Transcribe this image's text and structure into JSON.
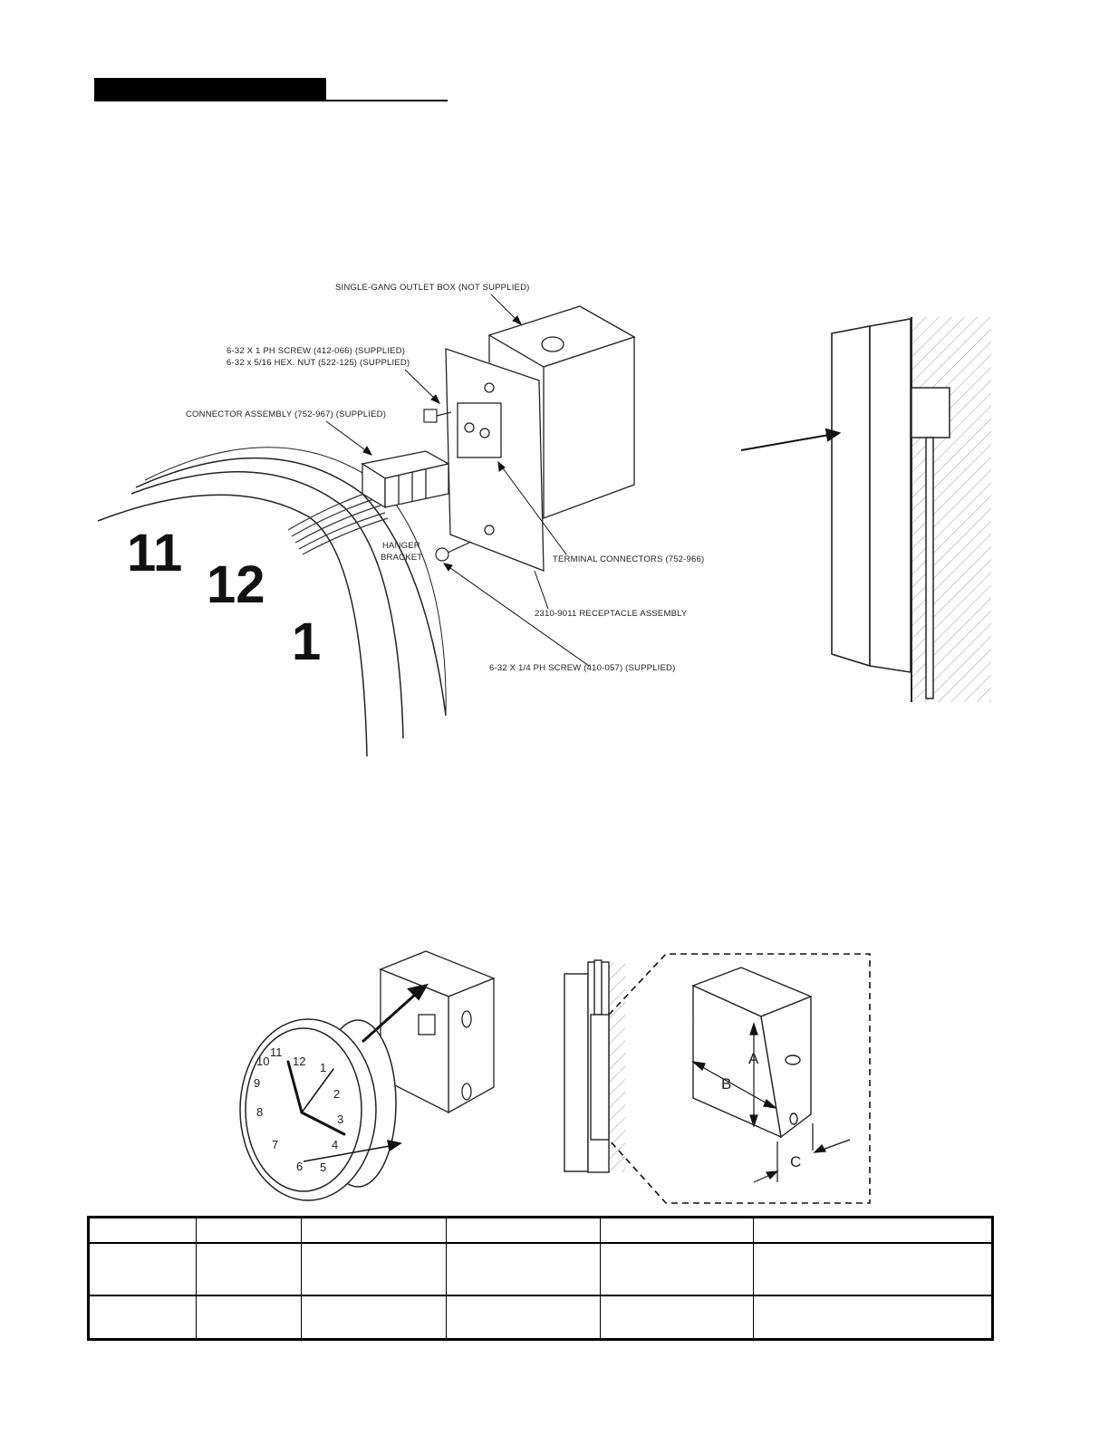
{
  "header": {
    "bar_color": "#000000"
  },
  "figure1": {
    "labels": {
      "outlet_box": "SINGLE-GANG OUTLET BOX (NOT SUPPLIED)",
      "screw_1": "6-32 X 1 PH SCREW (412-066) (SUPPLIED)",
      "hex_nut": "6-32 x 5/16 HEX. NUT (522-125) (SUPPLIED)",
      "connector": "CONNECTOR ASSEMBLY (752-967) (SUPPLIED)",
      "hanger_1": "HANGER",
      "hanger_2": "BRACKET",
      "terminal": "TERMINAL CONNECTORS (752-966)",
      "receptacle": "2310-9011 RECEPTACLE ASSEMBLY",
      "screw_2": "6-32 X 1/4 PH SCREW (410-057) (SUPPLIED)"
    },
    "numerals": [
      "11",
      "12",
      "1"
    ]
  },
  "figure3": {
    "numerals": [
      "12",
      "1",
      "2",
      "3",
      "4",
      "5",
      "6",
      "7",
      "8",
      "9",
      "10",
      "11"
    ]
  },
  "figure4": {
    "dimension_labels": {
      "a": "A",
      "b": "B",
      "c": "C"
    }
  },
  "table": {
    "rows": 3,
    "columns": 6
  }
}
